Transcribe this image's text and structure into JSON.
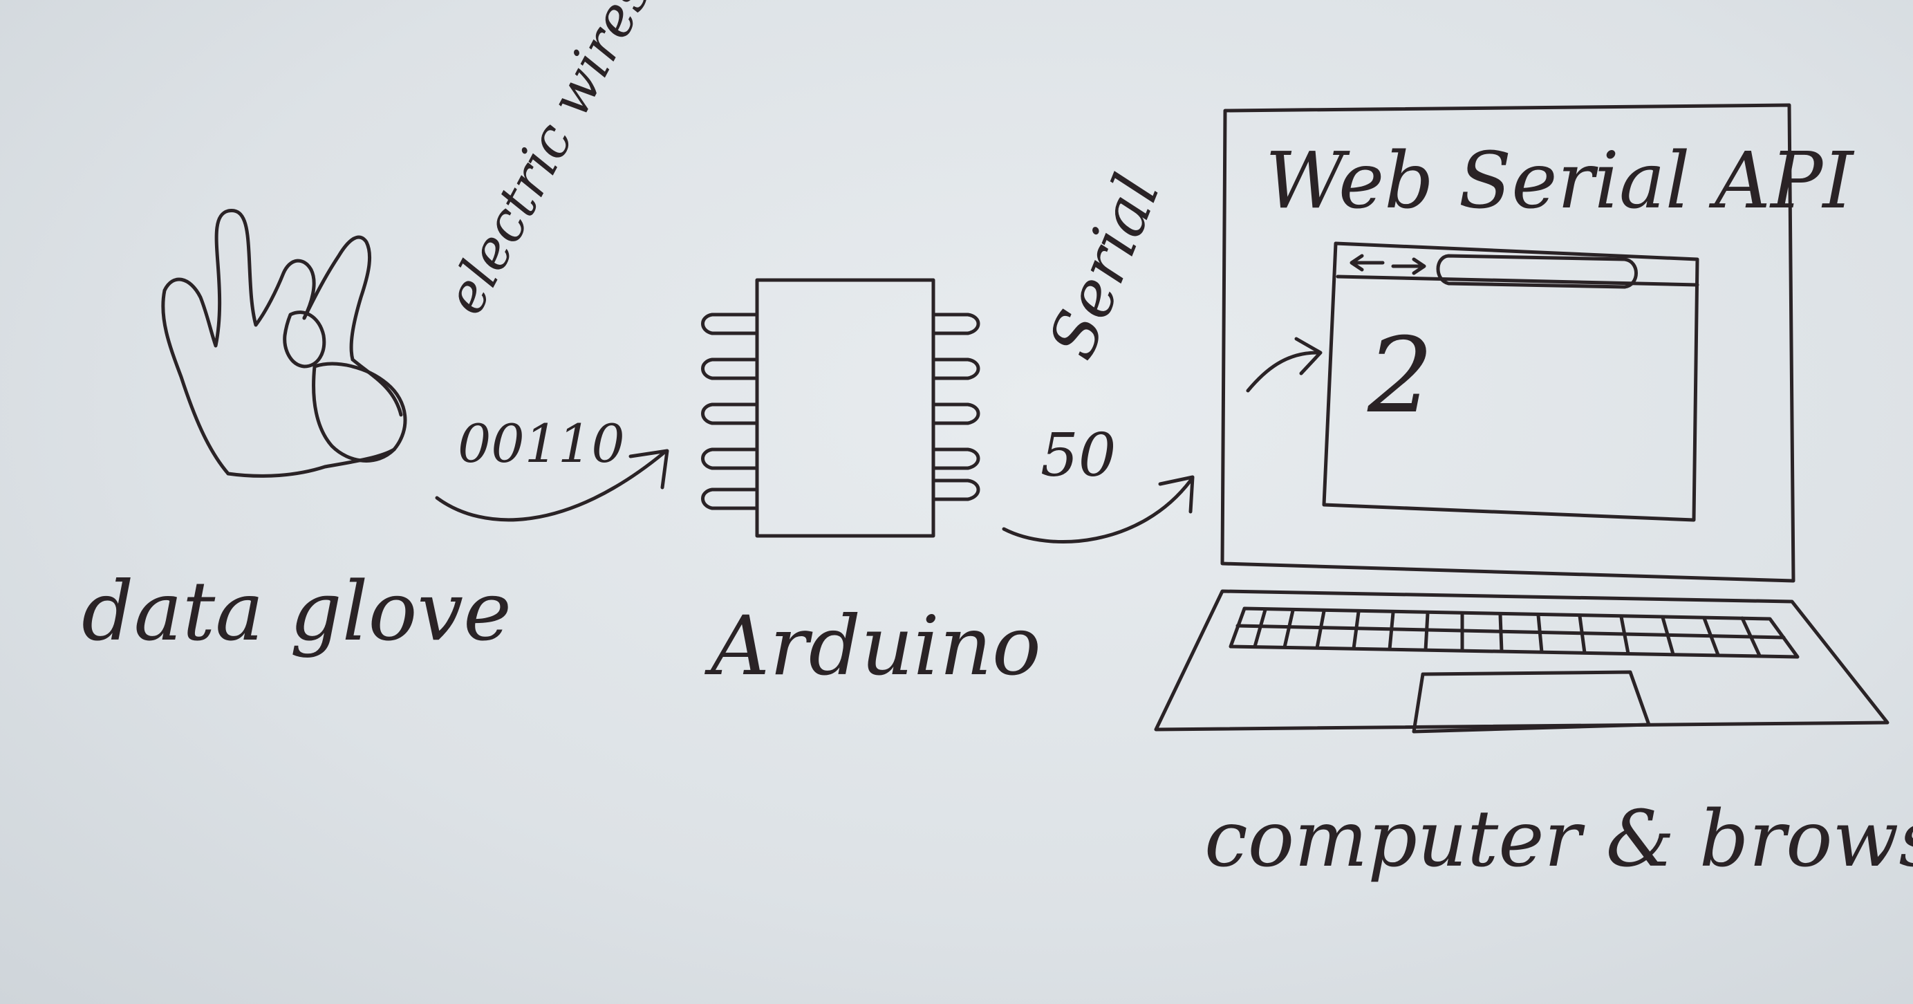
{
  "labels": {
    "data_glove": "data glove",
    "electric_wires": "electric wires",
    "bits": "00110",
    "arduino": "Arduino",
    "serial": "Serial",
    "serial_value": "50",
    "web_serial_api": "Web Serial API",
    "browser_value": "2",
    "computer_browser": "computer & browser"
  },
  "colors": {
    "paper": "#dfe3e6",
    "ink": "#2a2326"
  }
}
